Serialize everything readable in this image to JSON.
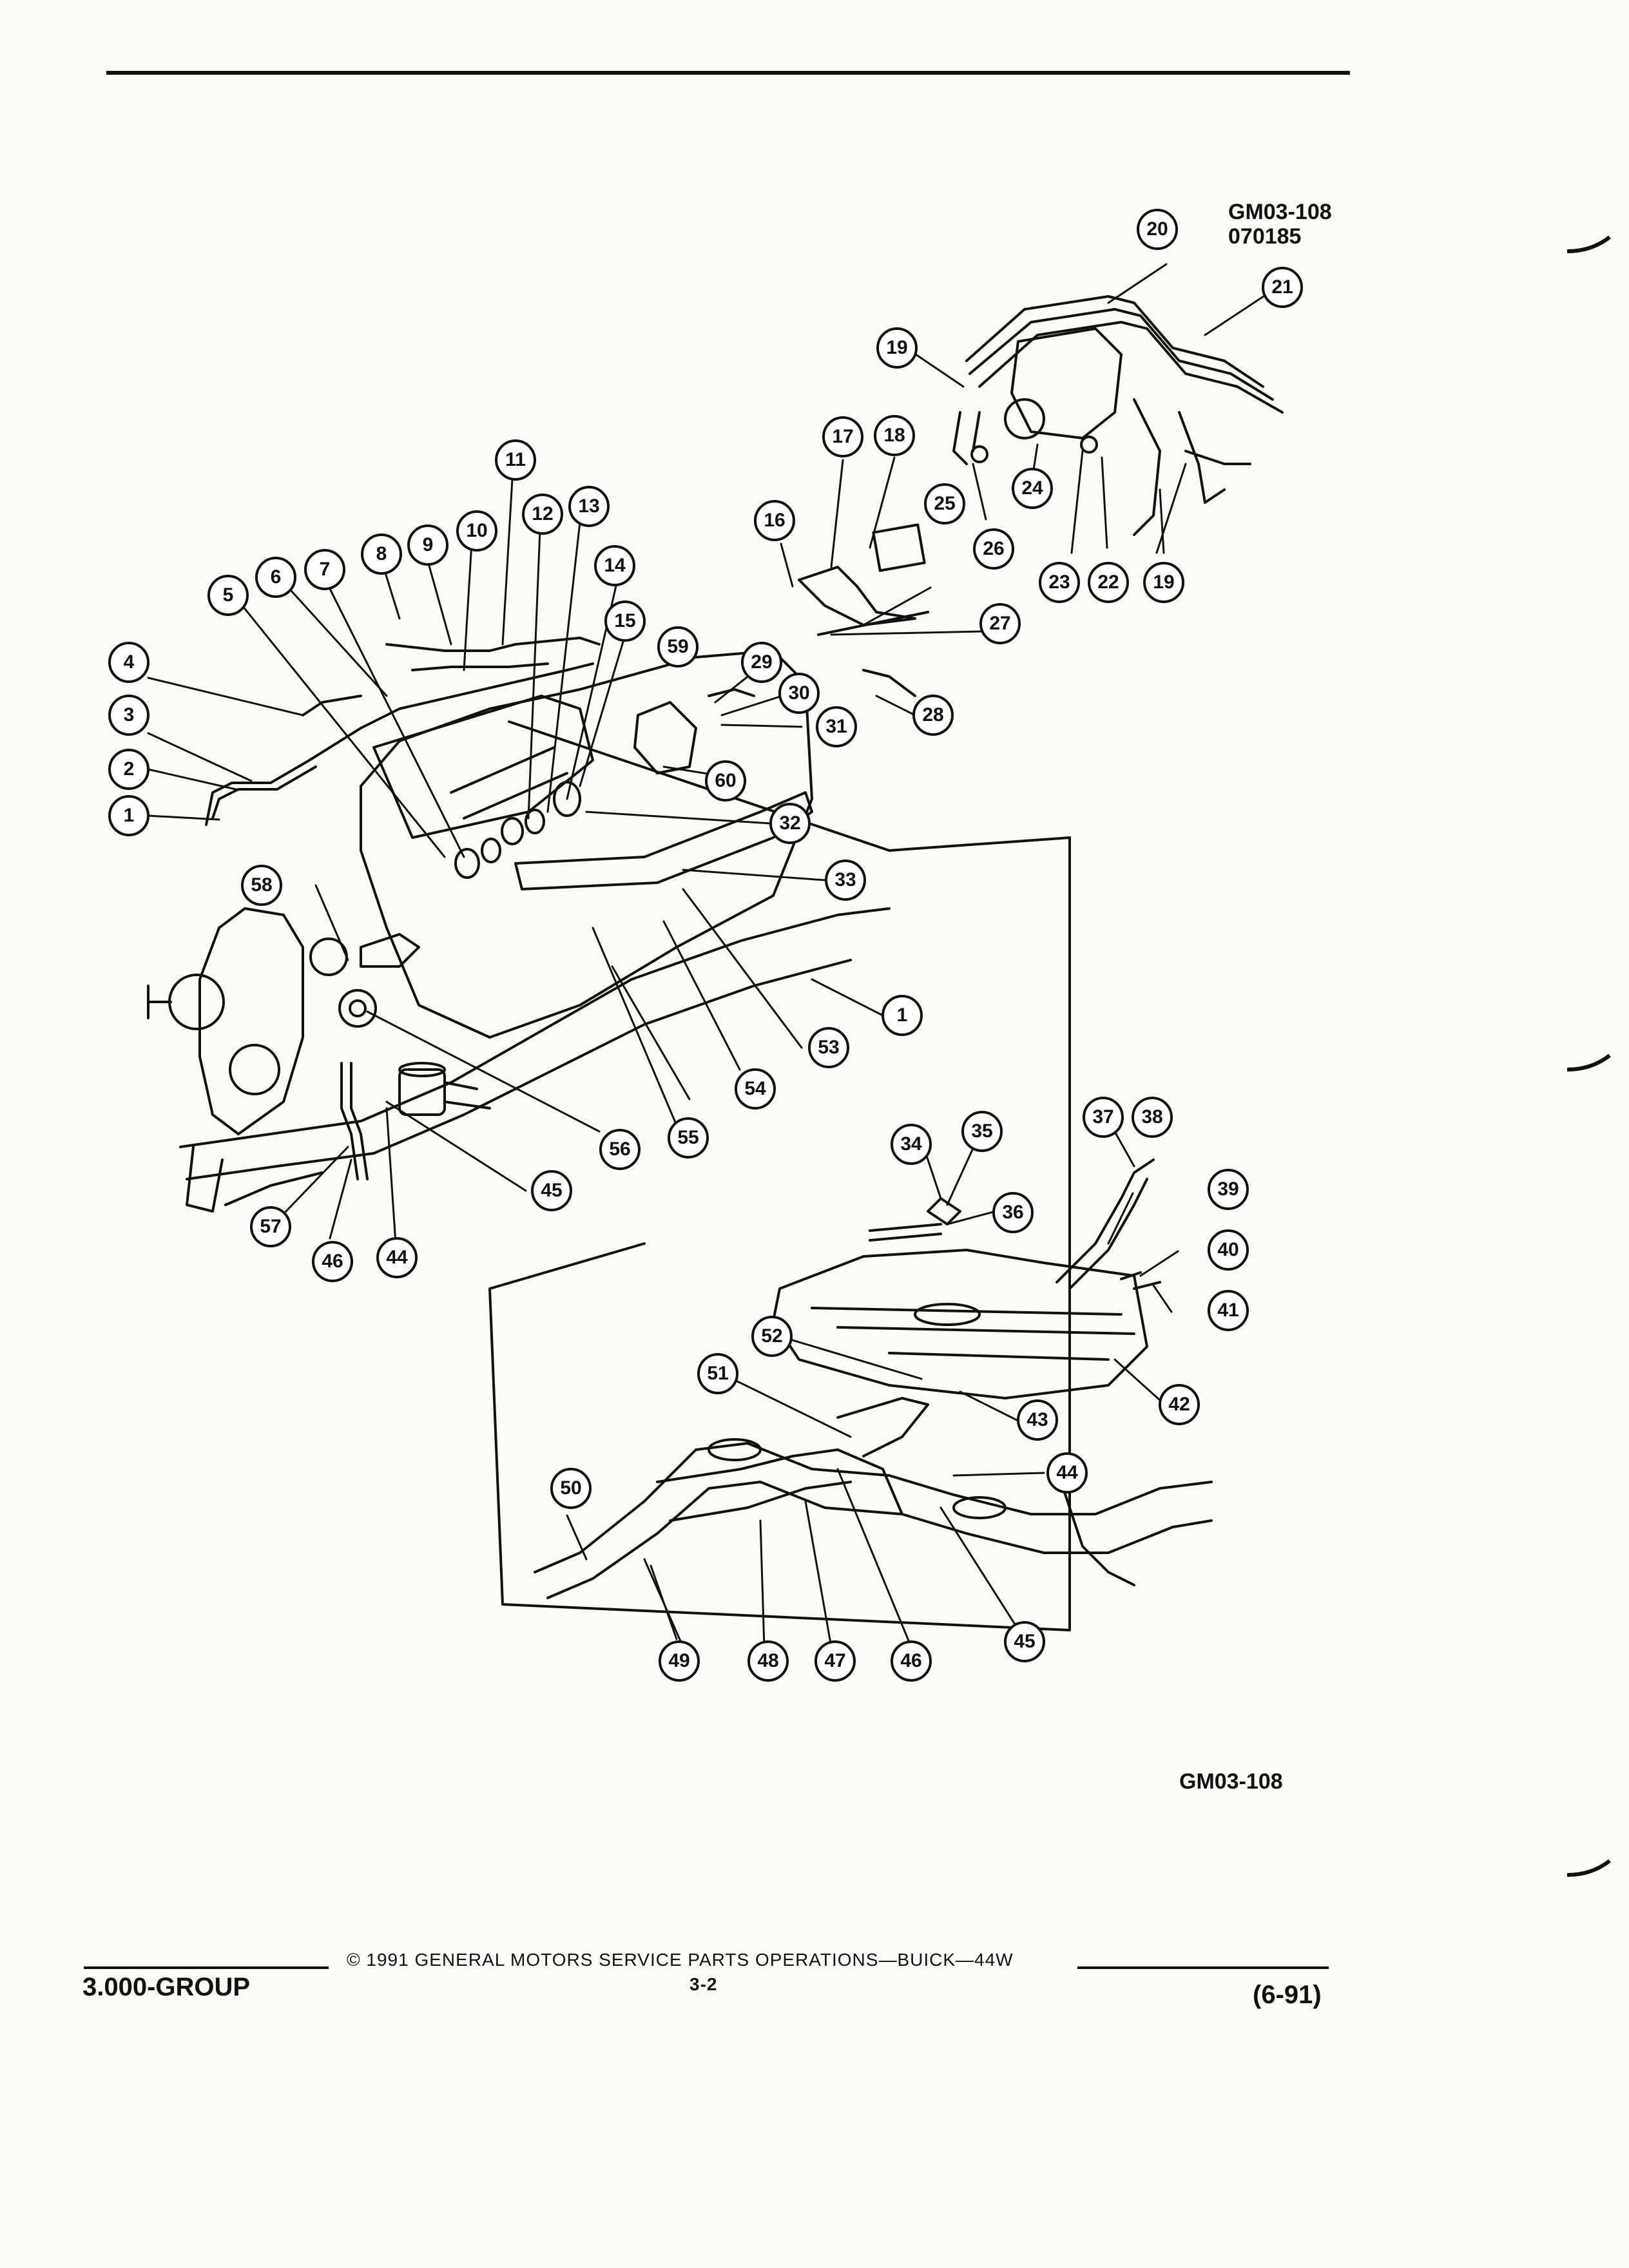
{
  "figure": {
    "code_top": "GM03-108",
    "date_top": "070185",
    "code_bottom": "GM03-108"
  },
  "footer": {
    "group": "3.000-GROUP",
    "copyright": "© 1991 GENERAL MOTORS SERVICE PARTS OPERATIONS—BUICK—44W",
    "page": "3-2",
    "date": "(6-91)"
  },
  "callouts": [
    {
      "id": "c1",
      "label": "1"
    },
    {
      "id": "c2",
      "label": "2"
    },
    {
      "id": "c3",
      "label": "3"
    },
    {
      "id": "c4",
      "label": "4"
    },
    {
      "id": "c5",
      "label": "5"
    },
    {
      "id": "c6",
      "label": "6"
    },
    {
      "id": "c7",
      "label": "7"
    },
    {
      "id": "c8",
      "label": "8"
    },
    {
      "id": "c9",
      "label": "9"
    },
    {
      "id": "c10",
      "label": "10"
    },
    {
      "id": "c11",
      "label": "11"
    },
    {
      "id": "c12",
      "label": "12"
    },
    {
      "id": "c13",
      "label": "13"
    },
    {
      "id": "c14",
      "label": "14"
    },
    {
      "id": "c15",
      "label": "15"
    },
    {
      "id": "c16",
      "label": "16"
    },
    {
      "id": "c17",
      "label": "17"
    },
    {
      "id": "c18",
      "label": "18"
    },
    {
      "id": "c19a",
      "label": "19"
    },
    {
      "id": "c19b",
      "label": "19"
    },
    {
      "id": "c20",
      "label": "20"
    },
    {
      "id": "c21",
      "label": "21"
    },
    {
      "id": "c22",
      "label": "22"
    },
    {
      "id": "c23",
      "label": "23"
    },
    {
      "id": "c24",
      "label": "24"
    },
    {
      "id": "c25",
      "label": "25"
    },
    {
      "id": "c26",
      "label": "26"
    },
    {
      "id": "c27",
      "label": "27"
    },
    {
      "id": "c28",
      "label": "28"
    },
    {
      "id": "c29",
      "label": "29"
    },
    {
      "id": "c30",
      "label": "30"
    },
    {
      "id": "c31",
      "label": "31"
    },
    {
      "id": "c32",
      "label": "32"
    },
    {
      "id": "c33",
      "label": "33"
    },
    {
      "id": "c1b",
      "label": "1"
    },
    {
      "id": "c53",
      "label": "53"
    },
    {
      "id": "c54",
      "label": "54"
    },
    {
      "id": "c55",
      "label": "55"
    },
    {
      "id": "c56",
      "label": "56"
    },
    {
      "id": "c57",
      "label": "57"
    },
    {
      "id": "c58",
      "label": "58"
    },
    {
      "id": "c59",
      "label": "59"
    },
    {
      "id": "c60",
      "label": "60"
    },
    {
      "id": "c45a",
      "label": "45"
    },
    {
      "id": "c46a",
      "label": "46"
    },
    {
      "id": "c44a",
      "label": "44"
    },
    {
      "id": "c34",
      "label": "34"
    },
    {
      "id": "c35",
      "label": "35"
    },
    {
      "id": "c36",
      "label": "36"
    },
    {
      "id": "c37",
      "label": "37"
    },
    {
      "id": "c38",
      "label": "38"
    },
    {
      "id": "c39",
      "label": "39"
    },
    {
      "id": "c40",
      "label": "40"
    },
    {
      "id": "c41",
      "label": "41"
    },
    {
      "id": "c42",
      "label": "42"
    },
    {
      "id": "c43",
      "label": "43"
    },
    {
      "id": "c44b",
      "label": "44"
    },
    {
      "id": "c45b",
      "label": "45"
    },
    {
      "id": "c46b",
      "label": "46"
    },
    {
      "id": "c47",
      "label": "47"
    },
    {
      "id": "c48",
      "label": "48"
    },
    {
      "id": "c49",
      "label": "49"
    },
    {
      "id": "c50",
      "label": "50"
    },
    {
      "id": "c51",
      "label": "51"
    },
    {
      "id": "c52",
      "label": "52"
    }
  ]
}
